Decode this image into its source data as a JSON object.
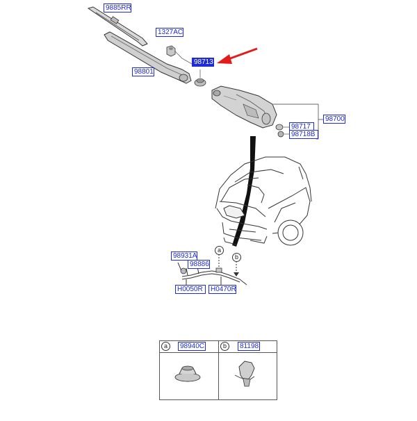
{
  "callouts": {
    "p98850rr": "9885RR",
    "p1327ac": "1327AC",
    "p98713": "98713",
    "p98801": "98801",
    "p98700": "98700",
    "p98717": "98717",
    "p98718b": "98718B",
    "p98931a": "98931A",
    "p98886": "98886",
    "h0050r": "H0050R",
    "h0470r": "H0470R"
  },
  "markers": {
    "a": "a",
    "b": "b"
  },
  "legend": [
    {
      "marker": "a",
      "part": "98940C"
    },
    {
      "marker": "b",
      "part": "81198"
    }
  ],
  "colors": {
    "callout": "#1f2bd6",
    "arrow": "#e41b1b",
    "pointer": "#111111"
  }
}
